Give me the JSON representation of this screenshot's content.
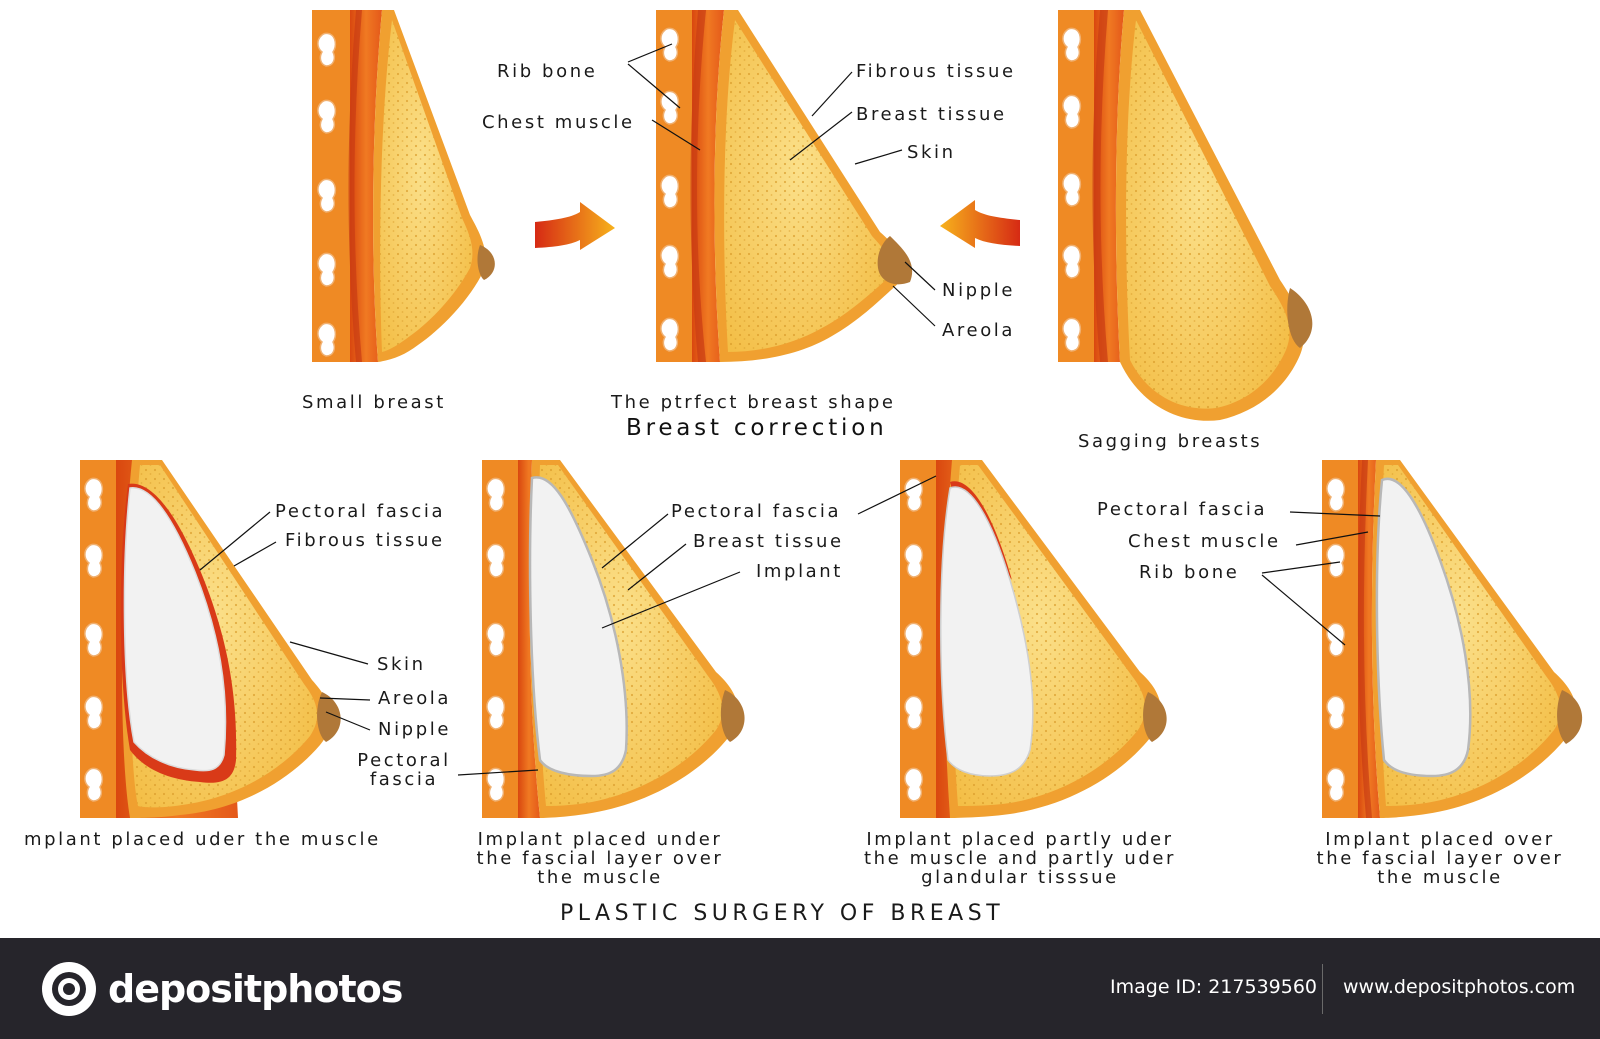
{
  "top_row": {
    "small_breast_caption": "Small breast",
    "perfect_caption": "The ptrfect breast shape",
    "sagging_caption": "Sagging breasts",
    "section_title": "Breast correction",
    "labels": {
      "rib_bone": "Rib bone",
      "chest_muscle": "Chest muscle",
      "fibrous_tissue": "Fibrous tissue",
      "breast_tissue": "Breast tissue",
      "skin": "Skin",
      "nipple": "Nipple",
      "areola": "Areola"
    }
  },
  "bottom_row": {
    "panel1": {
      "caption": "mplant placed uder the muscle",
      "labels": {
        "pectoral_fascia": "Pectoral fascia",
        "fibrous_tissue": "Fibrous tissue",
        "skin": "Skin",
        "areola": "Areola",
        "nipple": "Nipple",
        "pectoral_fascia_2": "Pectoral\nfascia"
      }
    },
    "panel2": {
      "caption": "Implant placed under\nthe fascial layer over\nthe muscle",
      "labels": {
        "pectoral_fascia": "Pectoral fascia",
        "breast_tissue": "Breast tissue",
        "implant": "Implant"
      }
    },
    "panel3": {
      "caption": "Implant placed partly uder\nthe muscle and partly uder\nglandular tisssue"
    },
    "panel4": {
      "caption": "Implant placed over\nthe fascial layer over\nthe muscle",
      "labels": {
        "pectoral_fascia": "Pectoral fascia",
        "chest_muscle": "Chest muscle",
        "rib_bone": "Rib bone"
      }
    },
    "section_title": "PLASTIC SURGERY OF BREAST"
  },
  "footer": {
    "brand": "depositphotos",
    "logo_icon": "camera-icon",
    "image_id": "Image ID: 217539560",
    "url": "www.depositphotos.com"
  },
  "colors": {
    "skin_outline": "#f0a030",
    "tissue": "#f5c24a",
    "muscle": "#e8601a",
    "muscle_dark": "#c93c14",
    "nipple": "#b07838",
    "implant": "#f2f2f2",
    "footer_bg": "#26252b"
  }
}
